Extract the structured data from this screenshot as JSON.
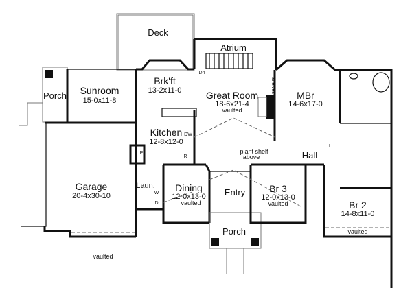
{
  "plan": {
    "rooms": [
      {
        "name": "Deck",
        "dims": "",
        "note": ""
      },
      {
        "name": "Atrium",
        "dims": "",
        "note": ""
      },
      {
        "name": "Porch",
        "dims": "",
        "note": ""
      },
      {
        "name": "Sunroom",
        "dims": "15-0x11-8",
        "note": ""
      },
      {
        "name": "Brk'ft",
        "dims": "13-2x11-0",
        "note": ""
      },
      {
        "name": "Great Room",
        "dims": "18-6x21-4",
        "note": "vaulted"
      },
      {
        "name": "MBr",
        "dims": "14-6x17-0",
        "note": ""
      },
      {
        "name": "Kitchen",
        "dims": "12-8x12-0",
        "note": ""
      },
      {
        "name": "Garage",
        "dims": "20-4x30-10",
        "note": ""
      },
      {
        "name": "Dining",
        "dims": "12-0x13-0",
        "note": "vaulted"
      },
      {
        "name": "Entry",
        "dims": "",
        "note": ""
      },
      {
        "name": "Br 3",
        "dims": "12-0x13-0",
        "note": "vaulted"
      },
      {
        "name": "Br 2",
        "dims": "14-8x11-0",
        "note": ""
      },
      {
        "name": "Hall",
        "dims": "",
        "note": ""
      },
      {
        "name": "Laun.",
        "dims": "",
        "note": ""
      },
      {
        "name": "Porch",
        "dims": "",
        "note": ""
      }
    ],
    "annotations": {
      "plant_shelf_line1": "plant shelf",
      "plant_shelf_line2": "above",
      "garage_vaulted": "vaulted",
      "br2_vaulted": "vaulted",
      "shelves": "shelves",
      "dw": "DW",
      "r": "R",
      "p": "P",
      "w": "W",
      "d": "D",
      "l": "L",
      "dn": "Dn"
    }
  }
}
